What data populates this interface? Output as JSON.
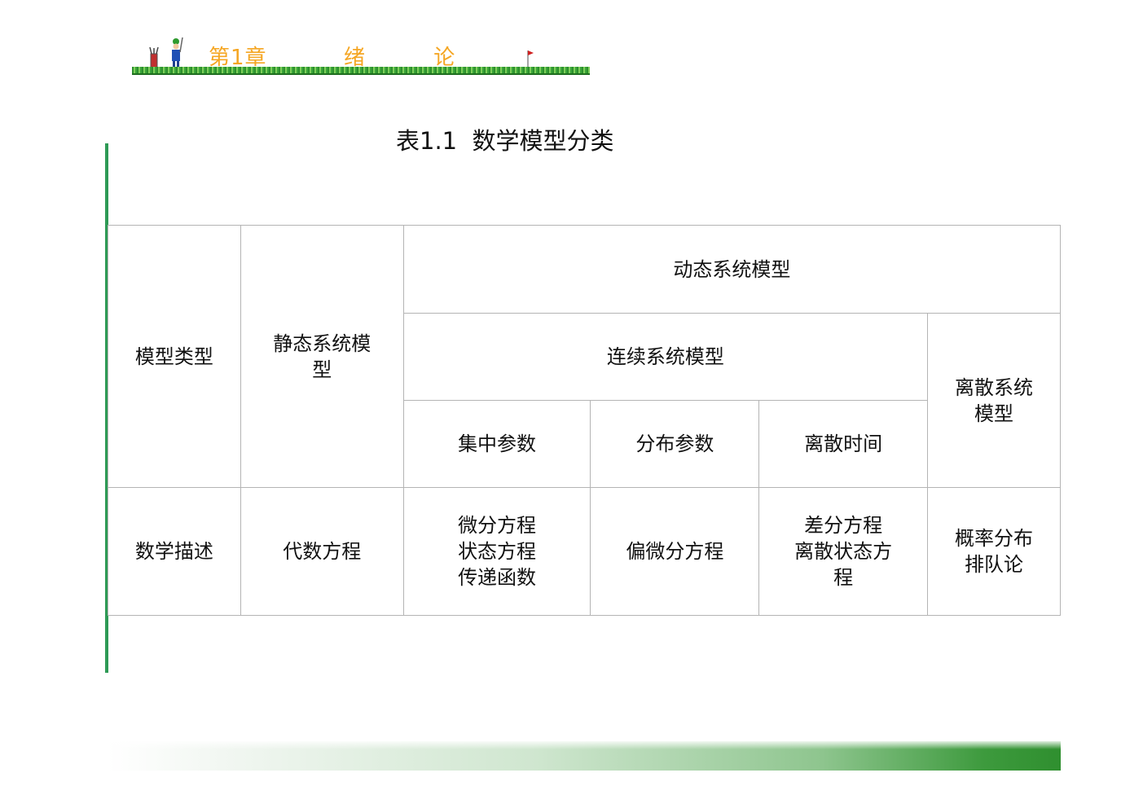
{
  "header": {
    "chapter": "第1章",
    "title": "绪 论",
    "colors": {
      "text": "#f5a623",
      "grass": "#3aa53a"
    }
  },
  "table_title": "表1.1  数学模型分类",
  "table": {
    "row_label_type": "模型类型",
    "static_model": [
      "静态系统模",
      "型"
    ],
    "dynamic_model": "动态系统模型",
    "continuous_model": "连续系统模型",
    "discrete_model": [
      "离散系统",
      "模型"
    ],
    "sub_headers": [
      "集中参数",
      "分布参数",
      "离散时间"
    ],
    "row_label_desc": "数学描述",
    "desc_static": "代数方程",
    "desc_lumped": [
      "微分方程",
      "状态方程",
      "传递函数"
    ],
    "desc_distributed": "偏微分方程",
    "desc_discrete_time": [
      "差分方程",
      "离散状态方",
      "程"
    ],
    "desc_discrete": [
      "概率分布",
      "排队论"
    ]
  },
  "accent_color": "#2e9a55"
}
